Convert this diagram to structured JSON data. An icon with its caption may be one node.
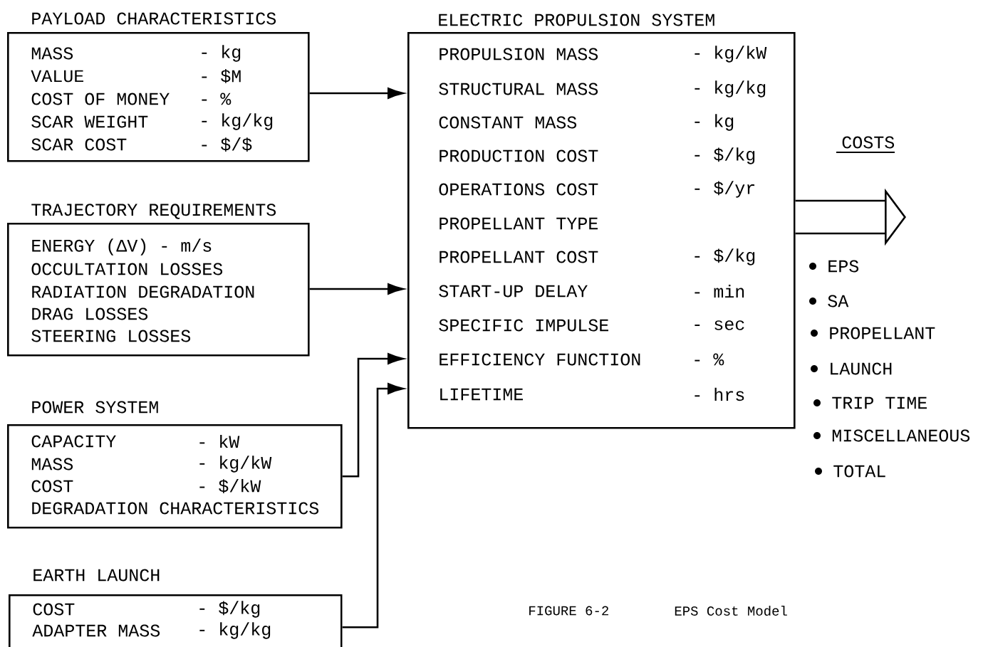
{
  "diagram": {
    "nodes": [
      {
        "text": [
          "PAYLOAD CHARACTERISTICS",
          "MASS",
          "- kg",
          "VALUE",
          "- $M",
          "COST OF MONEY",
          "- %",
          "SCAR WEIGHT",
          "- kg/kg",
          "SCAR COST",
          "- $/$"
        ]
      },
      {
        "text": [
          "TRAJECTORY REQUIREMENTS",
          "ENERGY (ΔV) - m/s",
          "OCCULTATION LOSSES",
          "RADIATION DEGRADATION",
          "DRAG LOSSES",
          "STEERING LOSSES"
        ]
      },
      {
        "text": [
          "POWER SYSTEM",
          "CAPACITY",
          "- kW",
          "MASS",
          "- kg/kW",
          "COST",
          "- $/kW",
          "DEGRADATION CHARACTERISTICS"
        ]
      },
      {
        "text": [
          "EARTH LAUNCH",
          "COST",
          "- $/kg",
          "ADAPTER MASS",
          "- kg/kg"
        ]
      },
      {
        "text": [
          "ELECTRIC PROPULSION SYSTEM",
          "PROPULSION MASS",
          "- kg/kW",
          "STRUCTURAL MASS",
          "- kg/kg",
          "CONSTANT MASS",
          "- kg",
          "PRODUCTION COST",
          "- $/kg",
          "OPERATIONS COST",
          "- $/yr",
          "PROPELLANT TYPE",
          "PROPELLANT COST",
          "- $/kg",
          "START-UP DELAY",
          "- min",
          "SPECIFIC IMPULSE",
          "- sec",
          "EFFICIENCY FUNCTION",
          "- %",
          "LIFETIME",
          "- hrs"
        ]
      }
    ],
    "edges": [
      {
        "from": 0,
        "to": 4,
        "arrow": "to"
      },
      {
        "from": 1,
        "to": 4,
        "arrow": "to"
      },
      {
        "from": 2,
        "to": 4,
        "arrow": "to"
      },
      {
        "from": 3,
        "to": 4,
        "arrow": "to"
      },
      {
        "from": 4,
        "to": null,
        "arrow": "to",
        "style": "thick"
      }
    ],
    "labels": [
      "COSTS",
      "EPS",
      "SA",
      "PROPELLANT",
      "LAUNCH",
      "TRIP TIME",
      "MISCELLANEOUS",
      "TOTAL",
      "FIGURE 6-2",
      "EPS Cost Model"
    ]
  }
}
